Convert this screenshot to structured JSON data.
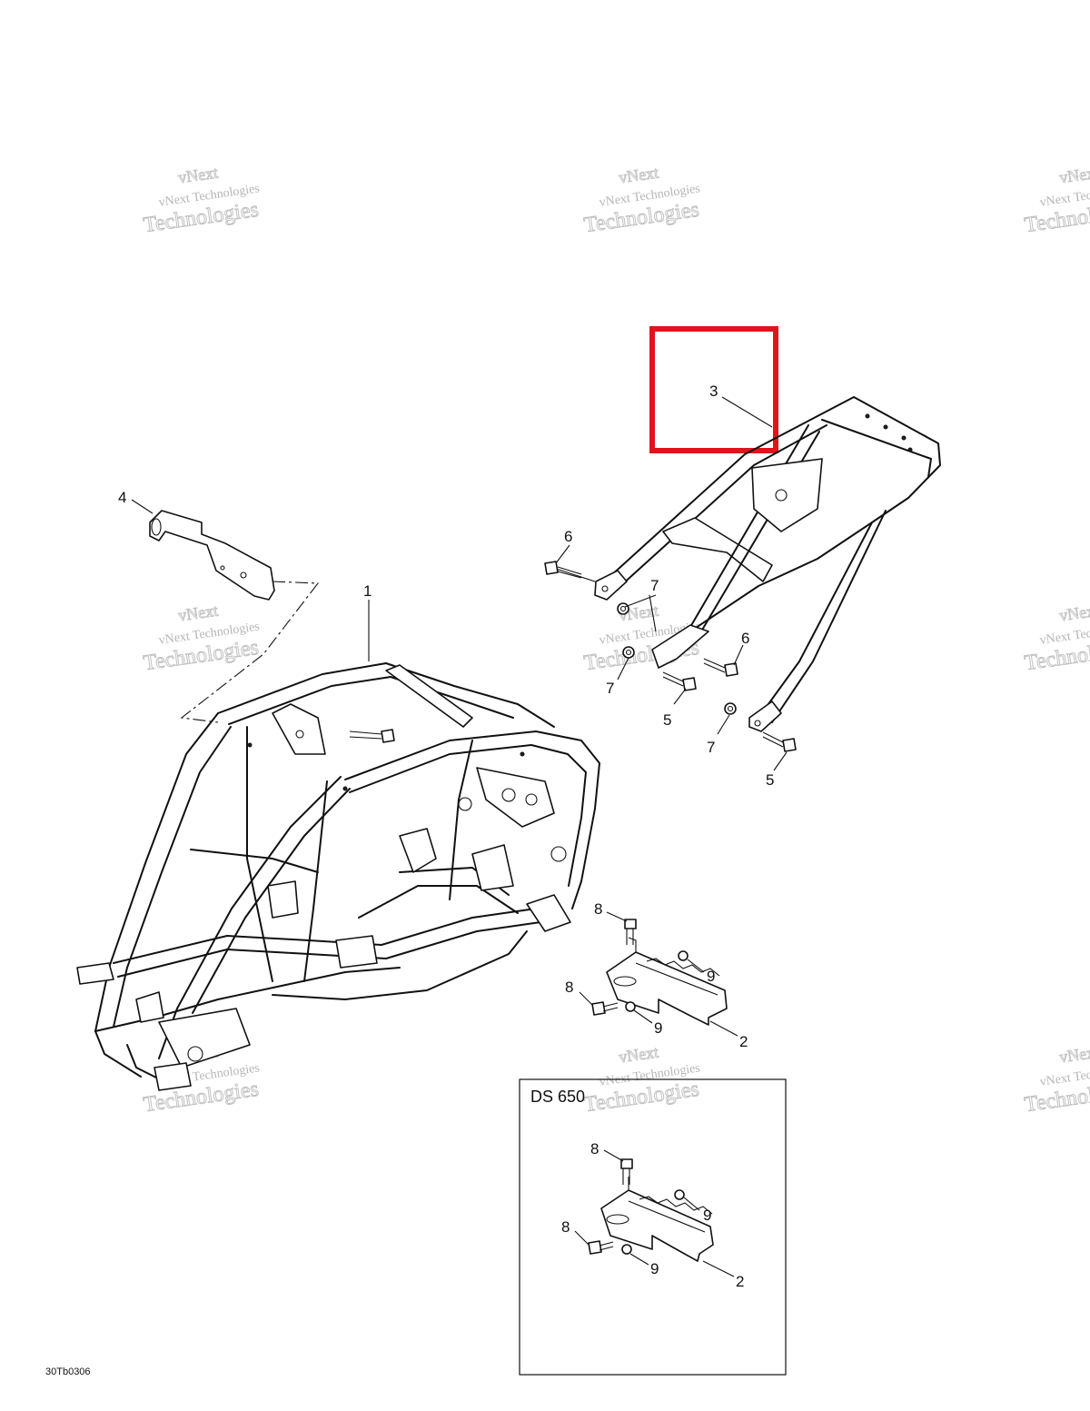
{
  "watermark": {
    "line1": "vNext",
    "line2": "vNext Technologies",
    "line3": "Technologies"
  },
  "inset": {
    "title": "DS 650"
  },
  "drawing_code": "30Tb0306",
  "highlight_color": "#e0141e",
  "callouts": {
    "c1": "1",
    "c2": "2",
    "c3": "3",
    "c4": "4",
    "c5": "5",
    "c6": "6",
    "c7": "7",
    "c8": "8",
    "c9": "9"
  }
}
